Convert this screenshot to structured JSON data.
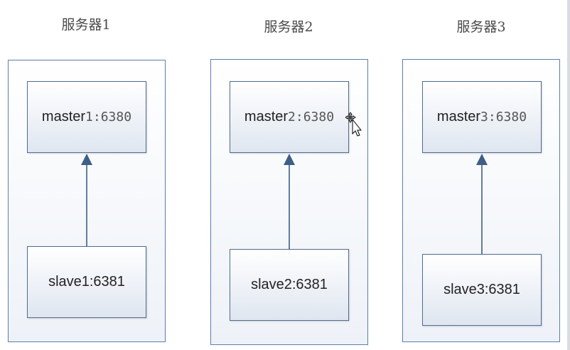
{
  "servers": [
    {
      "title": "服务器1",
      "master_name": "master",
      "master_port": "1:6380",
      "slave_label": "slave1:6381"
    },
    {
      "title": "服务器2",
      "master_name": "master",
      "master_port": "2:6380",
      "slave_label": "slave2:6381"
    },
    {
      "title": "服务器3",
      "master_name": "master",
      "master_port": "3:6380",
      "slave_label": "slave3:6381"
    }
  ],
  "colors": {
    "border": "#5b7fa8",
    "arrow": "#3e5f85"
  },
  "cursor_icon": "move-cursor-icon"
}
